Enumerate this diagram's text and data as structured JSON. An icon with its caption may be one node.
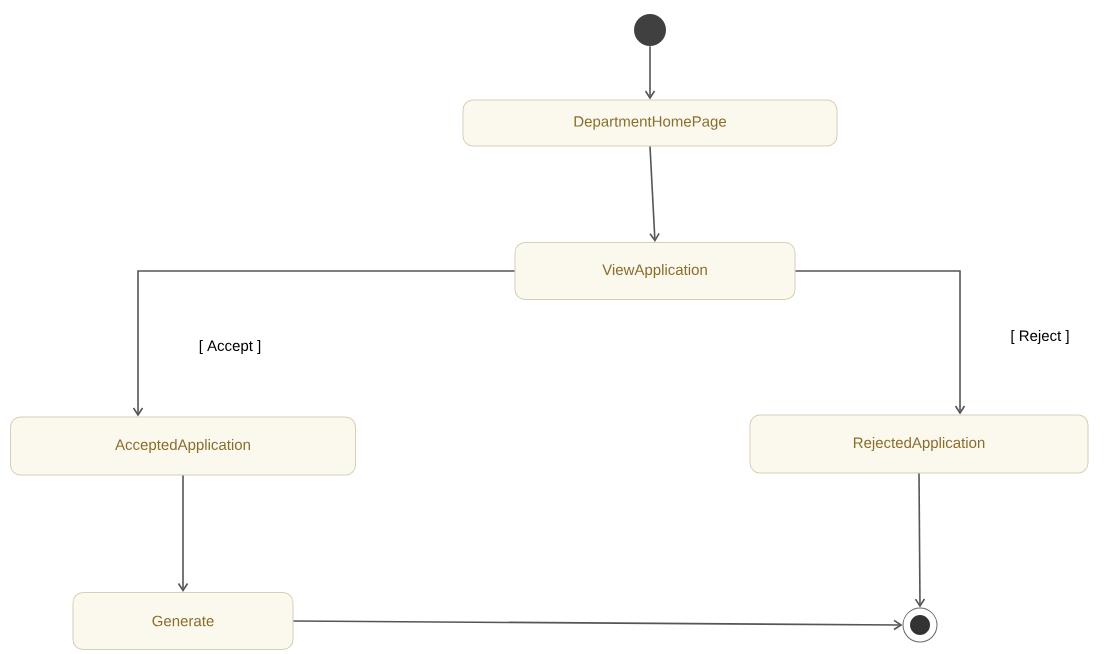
{
  "diagram": {
    "nodes": [
      {
        "text": [],
        "shape": "circle"
      },
      {
        "text": [
          "DepartmentHomePage"
        ]
      },
      {
        "text": [
          "ViewApplication"
        ]
      },
      {
        "text": [
          "AcceptedApplication"
        ]
      },
      {
        "text": [
          "RejectedApplication"
        ]
      },
      {
        "text": [
          "Generate"
        ]
      },
      {
        "text": [],
        "shape": "final-state"
      }
    ],
    "edges": [
      {
        "from": 0,
        "to": 1,
        "arrow": "to"
      },
      {
        "from": 1,
        "to": 2,
        "arrow": "to"
      },
      {
        "from": 2,
        "to": 3,
        "arrow": "to",
        "label": "[ Accept ]"
      },
      {
        "from": 2,
        "to": 4,
        "arrow": "to",
        "label": "[ Reject ]"
      },
      {
        "from": 3,
        "to": 5,
        "arrow": "to"
      },
      {
        "from": 4,
        "to": 6,
        "arrow": "to"
      },
      {
        "from": 5,
        "to": 6,
        "arrow": "to"
      }
    ]
  }
}
